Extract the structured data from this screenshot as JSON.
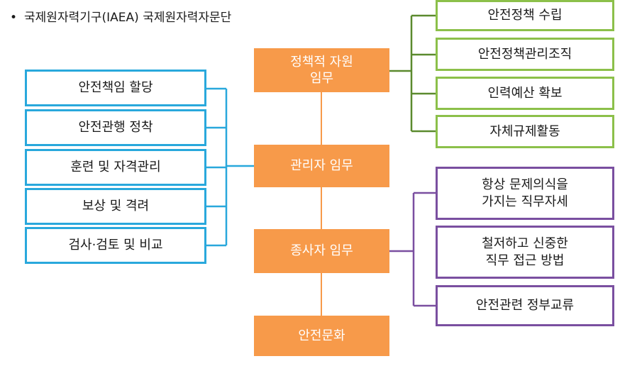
{
  "title": "국제원자력기구(IAEA) 국제원자력자문단",
  "bullet": "•",
  "center": [
    "정책적 자원\n임무",
    "관리자 임무",
    "종사자 임무",
    "안전문화"
  ],
  "left": [
    "안전책임 할당",
    "안전관행 정착",
    "훈련 및 자격관리",
    "보상 및 격려",
    "검사·검토 및 비교"
  ],
  "right_top": [
    "안전정책 수립",
    "안전정책관리조직",
    "인력예산 확보",
    "자체규제활동"
  ],
  "right_bottom": [
    "항상 문제의식을\n가지는 직무자세",
    "철저하고 신중한\n직무 접근 방법",
    "안전관련 정부교류"
  ],
  "colors": {
    "orange": "#f79a4a",
    "blue": "#29a8dc",
    "green": "#5b8a2e",
    "green_border": "#8cc04a",
    "purple": "#7a4fa0"
  }
}
